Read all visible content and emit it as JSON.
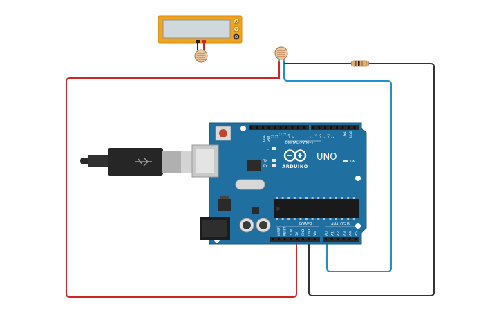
{
  "board": {
    "brand": "ARDUINO",
    "model": "UNO",
    "digital_label": "DIGITAL (PWM~)",
    "power_label": "POWER",
    "analog_label": "ANALOG IN",
    "on_label": "ON",
    "l_label": "L",
    "tx_label": "TX",
    "rx_label": "RX",
    "aref_label": "AREF",
    "gnd_label": "GND",
    "digital_pins": [
      "13",
      "12",
      "~11",
      "~10",
      "~9",
      "8",
      "7",
      "~6",
      "~5",
      "4",
      "~3",
      "2",
      "TX▸1",
      "RX◂0"
    ],
    "power_pins": [
      "IOREF",
      "RESET",
      "3.3V",
      "5V",
      "GND",
      "GND",
      "Vin"
    ],
    "analog_pins": [
      "A0",
      "A1",
      "A2",
      "A3",
      "A4",
      "A5"
    ]
  },
  "instrument": {
    "buttons": [
      "A",
      "V",
      "Ω"
    ]
  },
  "colors": {
    "board": "#1f6fa0",
    "wire_5v": "#d32424",
    "wire_signal": "#1f8fd0",
    "wire_gnd": "#333333",
    "meter_body": "#f2a41e"
  },
  "components": [
    "arduino-uno",
    "usb-cable",
    "photoresistor",
    "resistor",
    "multimeter-probe-ldr"
  ]
}
